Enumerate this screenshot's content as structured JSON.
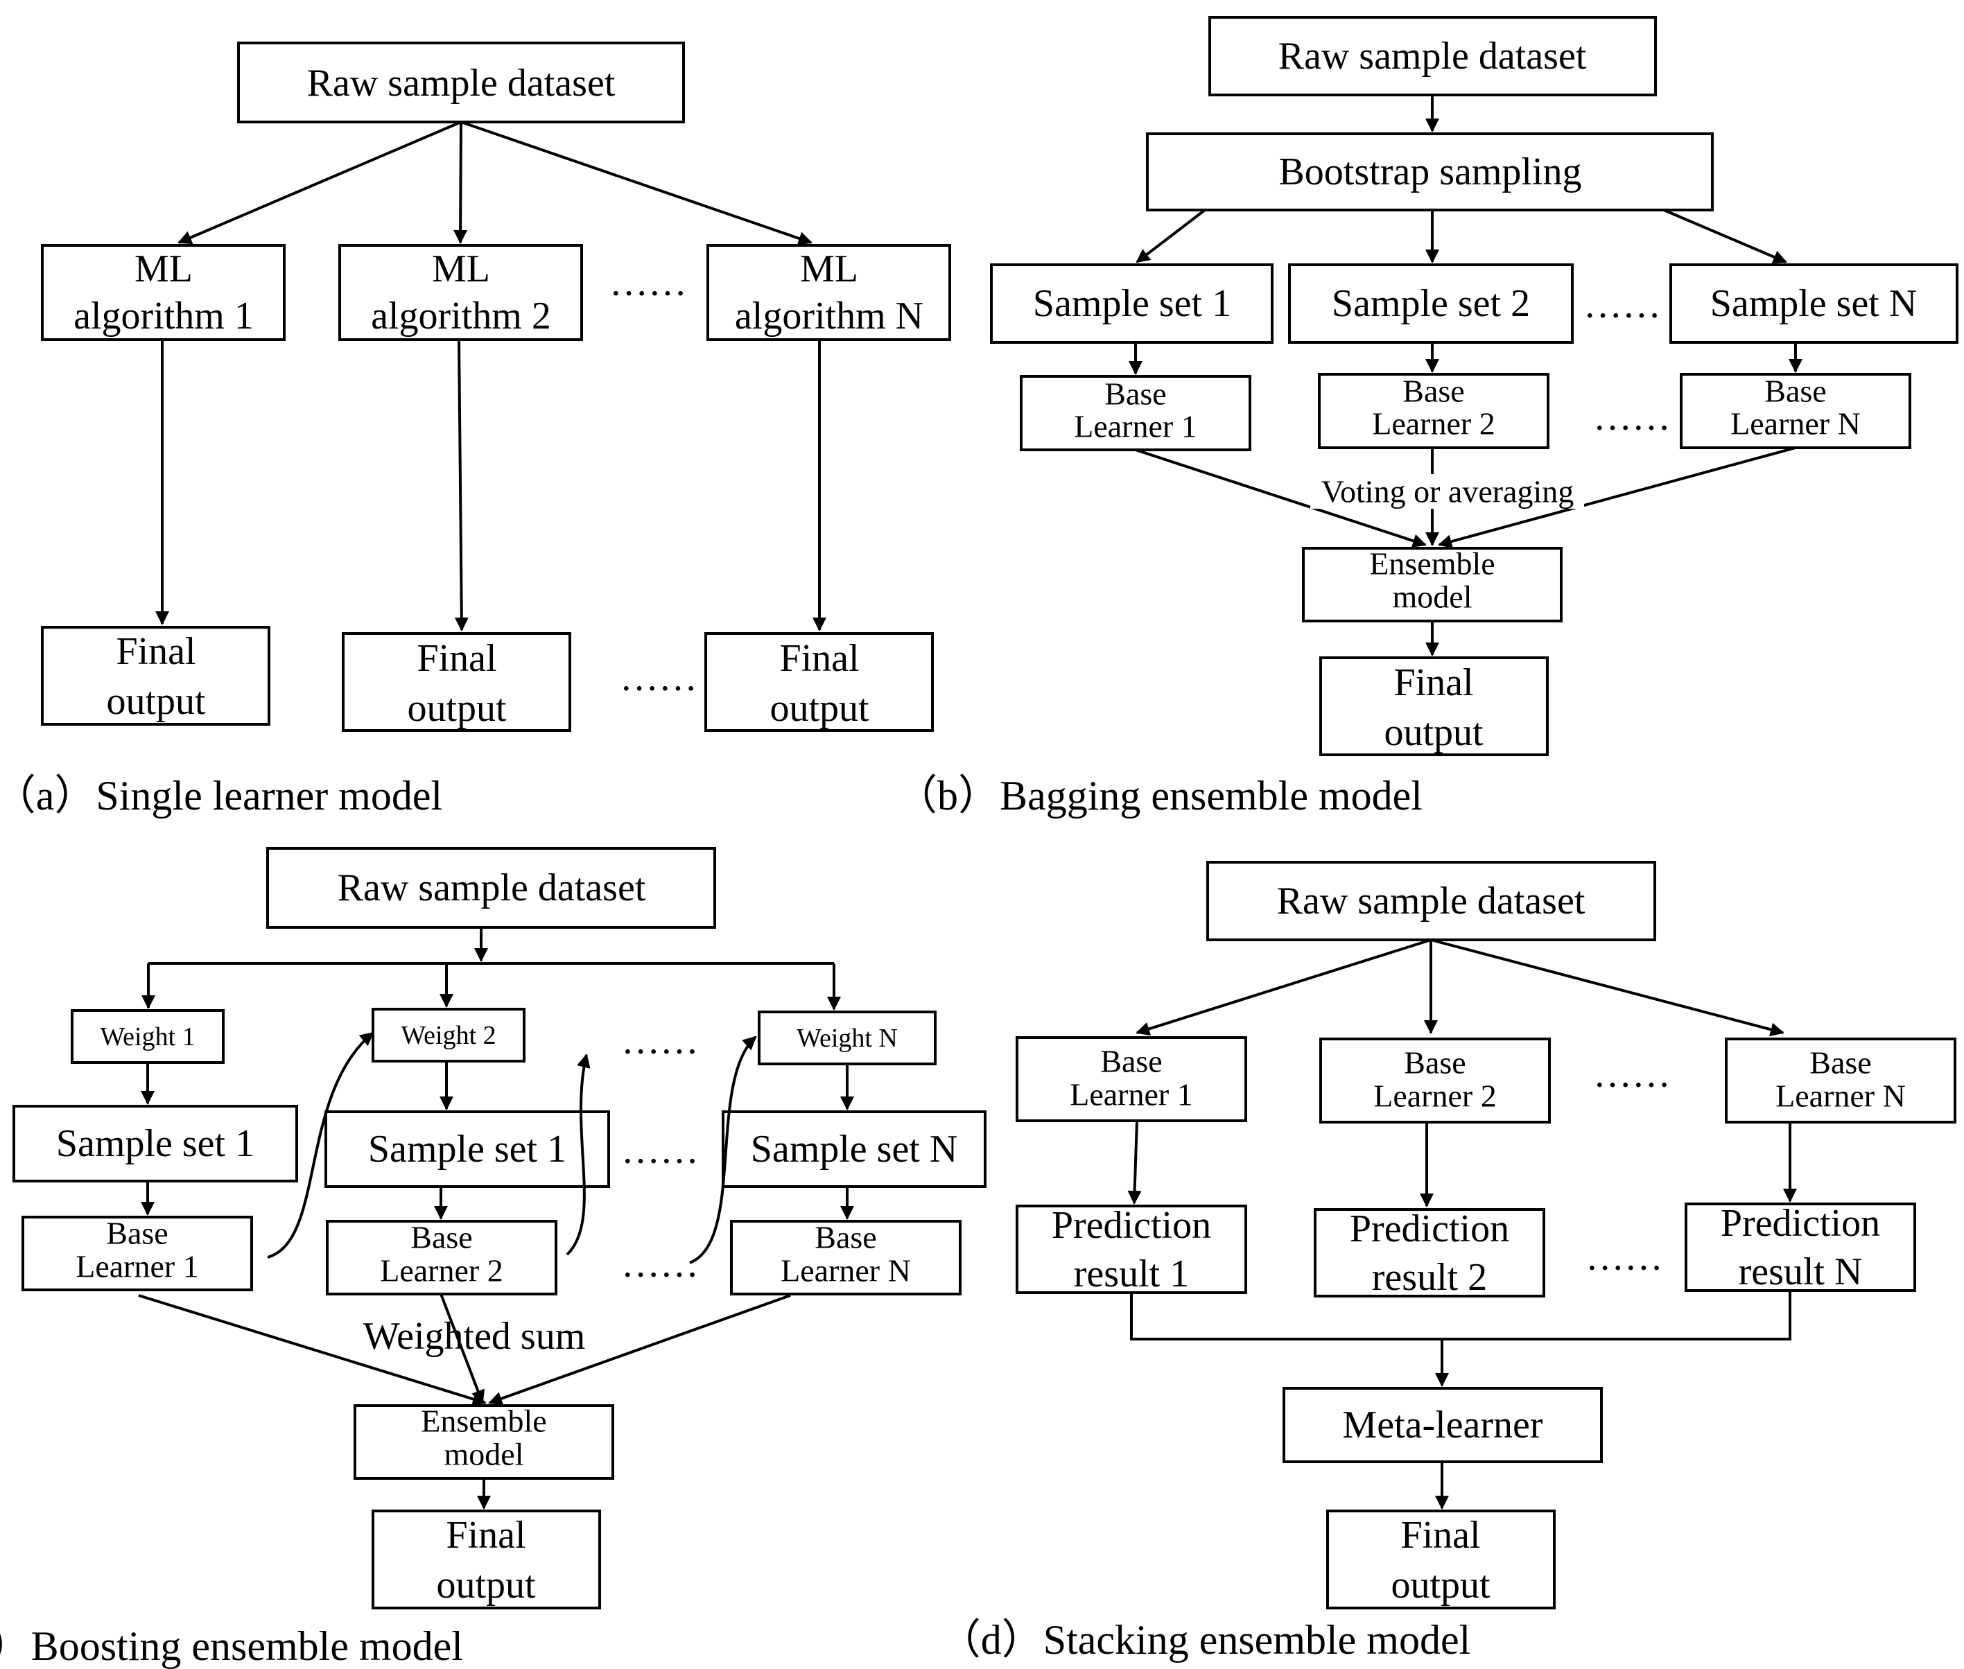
{
  "panel_a": {
    "raw_dataset": "Raw sample dataset",
    "algorithms": [
      {
        "line1": "ML",
        "line2": "algorithm 1"
      },
      {
        "line1": "ML",
        "line2": "algorithm 2"
      },
      {
        "line1": "ML",
        "line2": "algorithm N"
      }
    ],
    "outputs": [
      {
        "line1": "Final",
        "line2": "output"
      },
      {
        "line1": "Final",
        "line2": "output"
      },
      {
        "line1": "Final",
        "line2": "output"
      }
    ],
    "ellipsis": "······",
    "caption": "（a）Single learner model"
  },
  "panel_b": {
    "raw_dataset": "Raw sample dataset",
    "sampling": "Bootstrap sampling",
    "sample_sets": [
      "Sample set 1",
      "Sample set 2",
      "Sample set N"
    ],
    "learners": [
      {
        "line1": "Base",
        "line2": "Learner 1"
      },
      {
        "line1": "Base",
        "line2": "Learner 2"
      },
      {
        "line1": "Base",
        "line2": "Learner N"
      }
    ],
    "combine_label": "Voting or averaging",
    "ensemble": {
      "line1": "Ensemble",
      "line2": "model"
    },
    "output": {
      "line1": "Final",
      "line2": "output"
    },
    "ellipsis": "······",
    "caption": "（b）Bagging ensemble model"
  },
  "panel_c": {
    "raw_dataset": "Raw sample dataset",
    "weights": [
      "Weight 1",
      "Weight 2",
      "Weight N"
    ],
    "sample_sets": [
      "Sample set 1",
      "Sample set 1",
      "Sample set N"
    ],
    "learners": [
      {
        "line1": "Base",
        "line2": "Learner 1"
      },
      {
        "line1": "Base",
        "line2": "Learner 2"
      },
      {
        "line1": "Base",
        "line2": "Learner N"
      }
    ],
    "combine_label": "Weighted sum",
    "ensemble": {
      "line1": "Ensemble",
      "line2": "model"
    },
    "output": {
      "line1": "Final",
      "line2": "output"
    },
    "ellipsis": "······",
    "caption": "（c）Boosting ensemble model"
  },
  "panel_d": {
    "raw_dataset": "Raw sample dataset",
    "learners": [
      {
        "line1": "Base",
        "line2": "Learner 1"
      },
      {
        "line1": "Base",
        "line2": "Learner 2"
      },
      {
        "line1": "Base",
        "line2": "Learner N"
      }
    ],
    "predictions": [
      {
        "line1": "Prediction",
        "line2": "result 1"
      },
      {
        "line1": "Prediction",
        "line2": "result 2"
      },
      {
        "line1": "Prediction",
        "line2": "result N"
      }
    ],
    "meta_learner": "Meta-learner",
    "output": {
      "line1": "Final",
      "line2": "output"
    },
    "ellipsis": "······",
    "caption": "（d）Stacking ensemble model"
  }
}
